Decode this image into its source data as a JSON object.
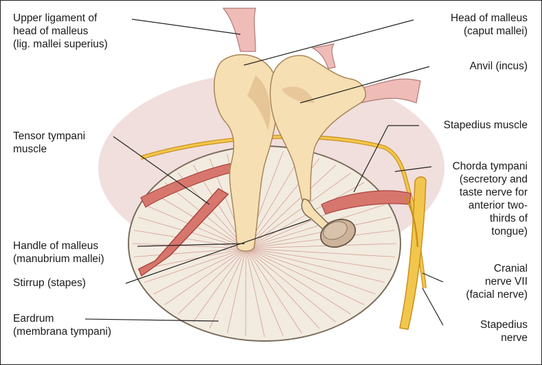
{
  "colors": {
    "bone": "#f6dfb2",
    "bone_shade": "#dfb98a",
    "muscle": "#d7766d",
    "muscle_dark": "#a8463f",
    "ligament": "#efbcb8",
    "nerve": "#f2c64d",
    "nerve_edge": "#c98f1c",
    "eardrum": "#f2ebdf",
    "eardrum_rim": "#7a6c5c",
    "halo": "#e9d2cf",
    "leader": "#222222"
  },
  "labels": {
    "upper_ligament": [
      "Upper ligament of",
      "head of malleus",
      "(lig. mallei superius)"
    ],
    "tensor_tympani": [
      "Tensor tympani",
      "muscle"
    ],
    "handle_malleus": [
      "Handle of malleus",
      "(manubrium mallei)"
    ],
    "stirrup": [
      "Stirrup (stapes)"
    ],
    "eardrum": [
      "Eardrum",
      "(membrana tympani)"
    ],
    "head_malleus": [
      "Head of malleus",
      "(caput mallei)"
    ],
    "anvil": [
      "Anvil (incus)"
    ],
    "stapedius_muscle": [
      "Stapedius muscle"
    ],
    "chorda_tympani": [
      "Chorda tympani",
      "(secretory and",
      "taste nerve for",
      "anterior two-",
      "thirds of",
      "tongue)"
    ],
    "cranial_nerve": [
      "Cranial",
      "nerve VII",
      "(facial nerve)"
    ],
    "stapedius_nerve": [
      "Stapedius",
      "nerve"
    ]
  }
}
